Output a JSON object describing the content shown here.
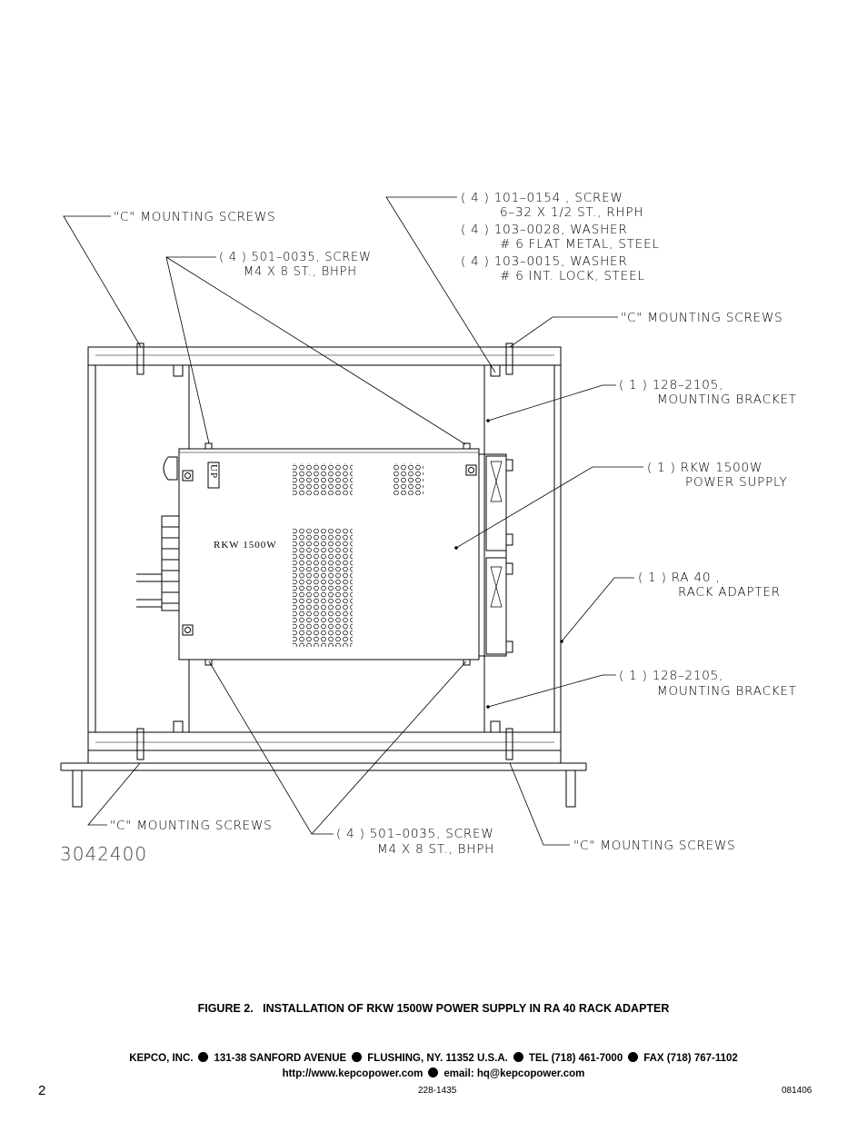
{
  "labels": {
    "c_screws_top_left": "\"C\" MOUNTING SCREWS",
    "c_screws_top_right": "\"C\" MOUNTING SCREWS",
    "c_screws_bottom_left": "\"C\" MOUNTING SCREWS",
    "c_screws_bottom_right": "\"C\" MOUNTING SCREWS",
    "screw_top_line1": "( 4 ) 501–0035, SCREW",
    "screw_top_line2": "M4 X 8 ST., BHPH",
    "screw_bottom_line1": "( 4 ) 501–0035, SCREW",
    "screw_bottom_line2": "M4 X 8 ST., BHPH",
    "hw_line1": "( 4 ) 101–0154 , SCREW",
    "hw_line2": "6–32 X 1/2 ST., RHPH",
    "hw_line3": "( 4 ) 103–0028, WASHER",
    "hw_line4": "# 6  FLAT METAL, STEEL",
    "hw_line5": "( 4 ) 103–0015, WASHER",
    "hw_line6": "# 6  INT. LOCK, STEEL",
    "bracket_top_line1": "( 1 ) 128–2105,",
    "bracket_top_line2": "MOUNTING BRACKET",
    "ps_line1": "( 1 ) RKW 1500W",
    "ps_line2": "POWER SUPPLY",
    "adapter_line1": "( 1 ) RA 40    ,",
    "adapter_line2": "RACK ADAPTER",
    "bracket_bottom_line1": "( 1 ) 128–2105,",
    "bracket_bottom_line2": "MOUNTING BRACKET",
    "unit_label": "RKW 1500W",
    "up_label": "UP",
    "drawing_number": "3042400"
  },
  "caption": {
    "figure": "FIGURE 2.",
    "text": "INSTALLATION OF RKW 1500W POWER SUPPLY IN RA 40 RACK ADAPTER"
  },
  "footer": {
    "company": "KEPCO, INC.",
    "address": "131-38 SANFORD AVENUE",
    "city": "FLUSHING, NY. 11352 U.S.A.",
    "tel": "TEL (718) 461-7000",
    "fax": "FAX (718) 767-1102",
    "web": "http://www.kepcopower.com",
    "email": "email: hq@kepcopower.com",
    "page_number": "2",
    "doc_number": "228-1435",
    "date_code": "081406"
  }
}
